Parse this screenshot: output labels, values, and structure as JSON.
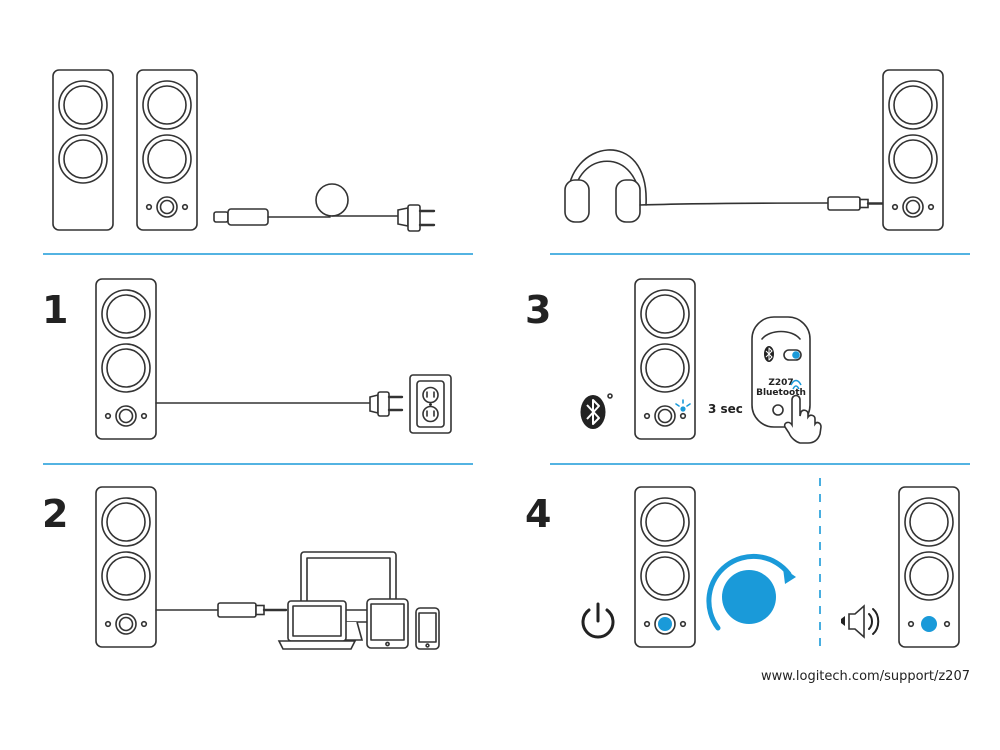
{
  "colors": {
    "accent": "#1a9ad9",
    "ink": "#333333",
    "background": "#ffffff"
  },
  "steps": [
    {
      "number": "1",
      "caption": ""
    },
    {
      "number": "2",
      "caption": ""
    },
    {
      "number": "3",
      "caption": ""
    },
    {
      "number": "4",
      "caption": ""
    }
  ],
  "step3": {
    "hold_label": "3 sec",
    "device_name": "Z207",
    "device_subtitle": "Bluetooth"
  },
  "footer": {
    "url": "www.logitech.com/support/z207"
  },
  "icons": [
    "speaker-pair",
    "power-cable",
    "headphones",
    "wall-outlet",
    "bluetooth-icon",
    "power-icon",
    "volume-icon",
    "volume-knob",
    "laptop",
    "monitor",
    "tablet",
    "phone",
    "finger-tap-icon"
  ]
}
